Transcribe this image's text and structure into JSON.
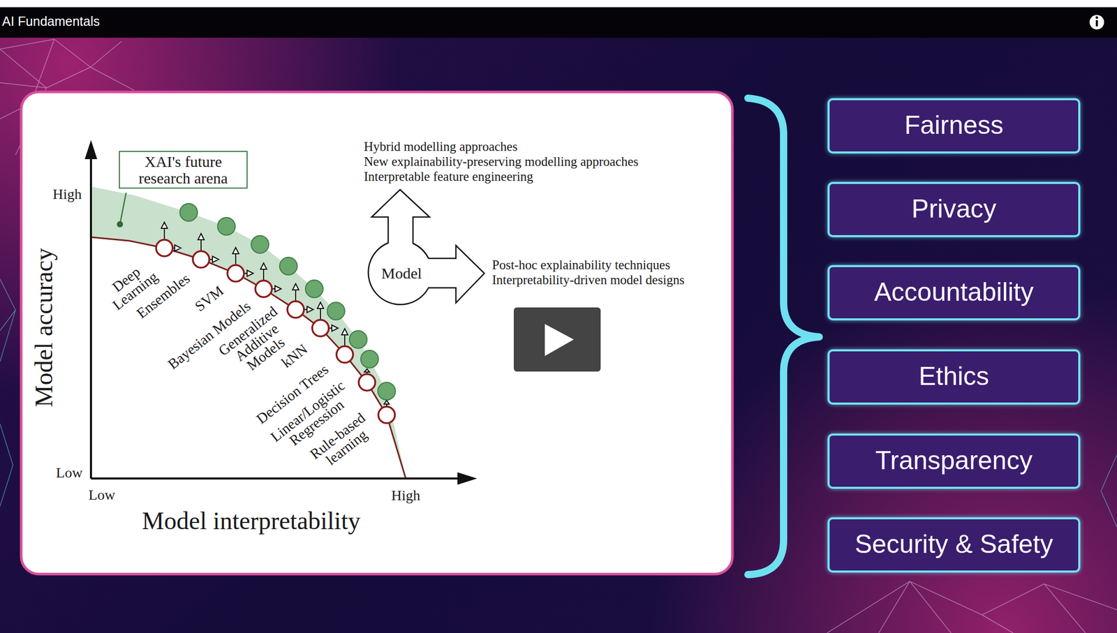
{
  "diagram": {
    "title": "AI Fundamentals",
    "nodes": [
      {
        "text": [
          "XAI's future research arena"
        ]
      },
      {
        "text": [
          "Model"
        ]
      },
      {
        "text": [
          "Fairness"
        ]
      },
      {
        "text": [
          "Privacy"
        ]
      },
      {
        "text": [
          "Accountability"
        ]
      },
      {
        "text": [
          "Ethics"
        ]
      },
      {
        "text": [
          "Transparency"
        ]
      },
      {
        "text": [
          "Security & Safety"
        ]
      }
    ],
    "labels": [
      "Hybrid modelling approaches",
      "New explainability-preserving modelling approaches",
      "Interpretable feature engineering",
      "Post-hoc explainability techniques",
      "Interpretability-driven model designs",
      "Model accuracy",
      "High",
      "Low",
      "Low",
      "High",
      "Model interpretability",
      "Deep Learning",
      "Ensembles",
      "SVM",
      "Bayesian Models",
      "Generalized Additive Models",
      "kNN",
      "Decision Trees",
      "Linear/Logistic Regression",
      "Rule-based learning"
    ]
  }
}
